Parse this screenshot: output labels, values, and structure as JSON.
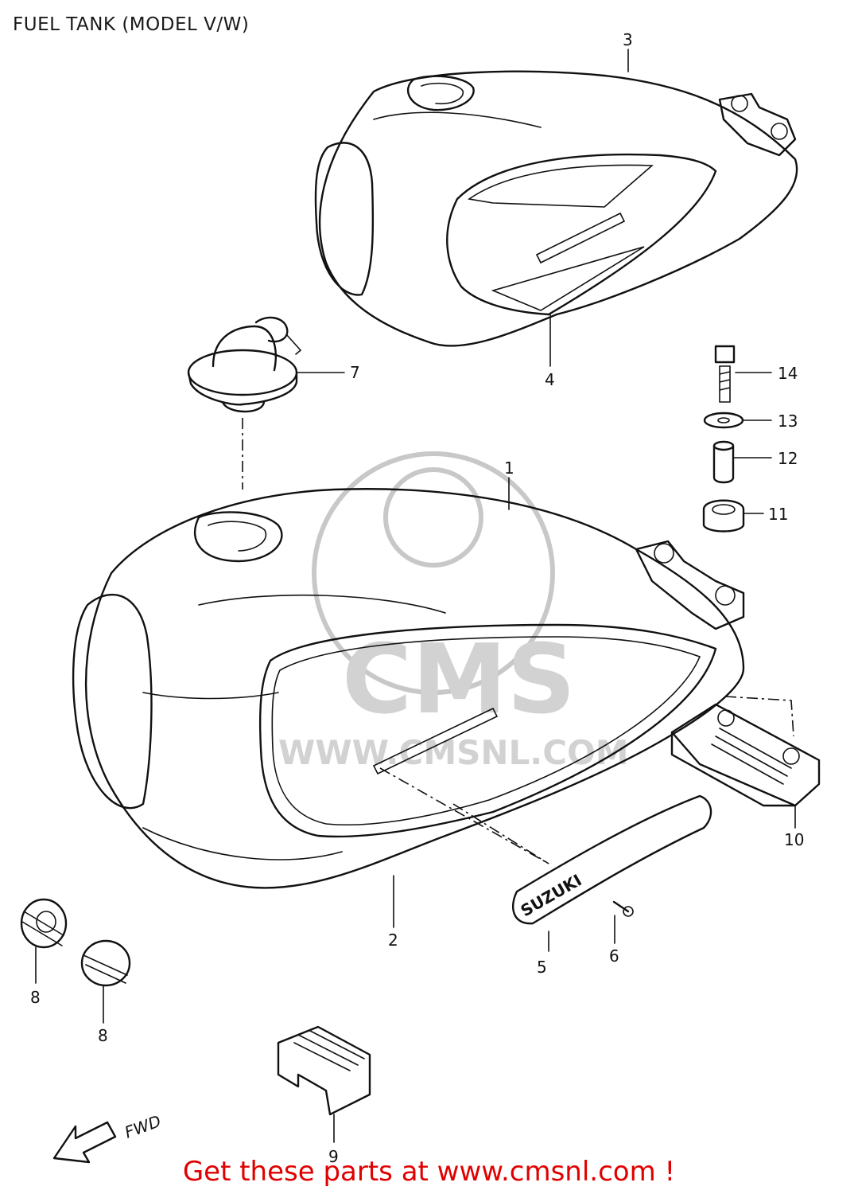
{
  "title": "FUEL TANK (MODEL V/W)",
  "watermark": {
    "logo_text": "CMS",
    "url": "WWW.CMSNL.COM"
  },
  "footer": {
    "promo": "Get these parts at www.cmsnl.com !",
    "promo_color": "#e00000"
  },
  "callouts": {
    "c1": "1",
    "c2": "2",
    "c3": "3",
    "c4": "4",
    "c5": "5",
    "c6": "6",
    "c7": "7",
    "c8a": "8",
    "c8b": "8",
    "c9": "9",
    "c10": "10",
    "c11": "11",
    "c12": "12",
    "c13": "13",
    "c14": "14"
  },
  "direction": {
    "fwd_label": "FWD"
  },
  "emblem": {
    "text": "SUZUKI"
  }
}
